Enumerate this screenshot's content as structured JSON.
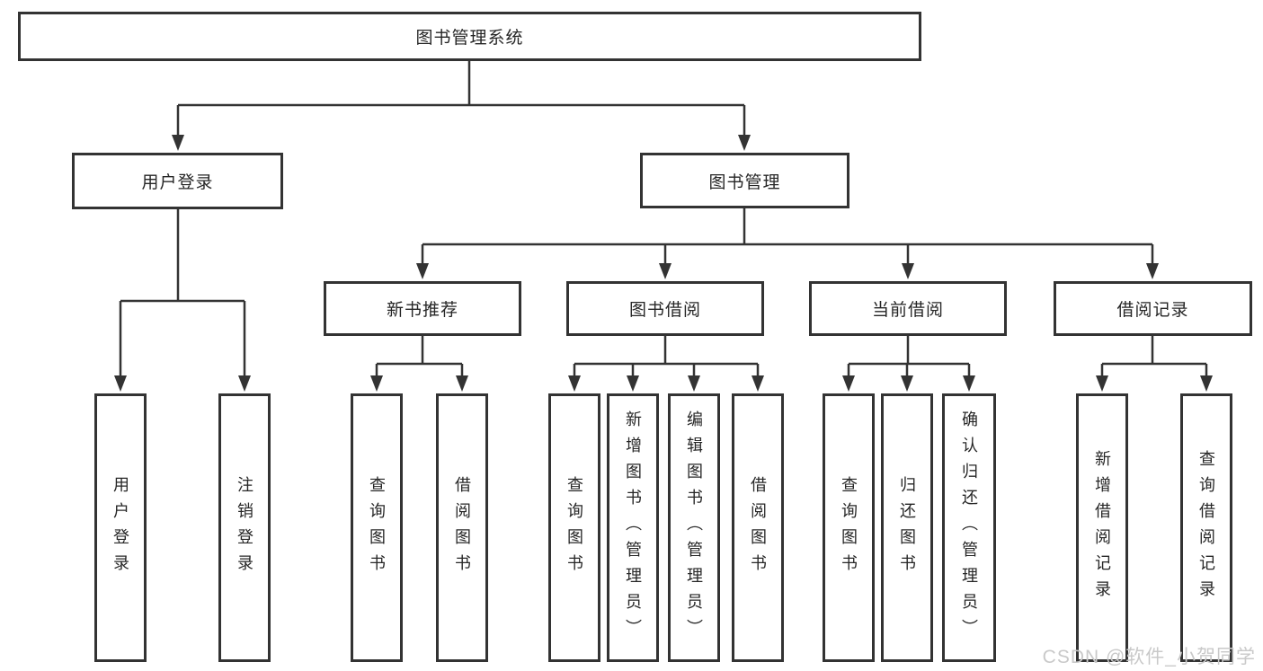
{
  "diagram": {
    "root": {
      "label": "图书管理系统"
    },
    "level2": [
      {
        "label": "用户登录",
        "leaves": [
          {
            "label": "用户登录"
          },
          {
            "label": "注销登录"
          }
        ]
      },
      {
        "label": "图书管理",
        "groups": [
          {
            "label": "新书推荐",
            "leaves": [
              {
                "label": "查询图书"
              },
              {
                "label": "借阅图书"
              }
            ]
          },
          {
            "label": "图书借阅",
            "leaves": [
              {
                "label": "查询图书"
              },
              {
                "label": "新增图书（管理员）"
              },
              {
                "label": "编辑图书（管理员）"
              },
              {
                "label": "借阅图书"
              }
            ]
          },
          {
            "label": "当前借阅",
            "leaves": [
              {
                "label": "查询图书"
              },
              {
                "label": "归还图书"
              },
              {
                "label": "确认归还（管理员）"
              }
            ]
          },
          {
            "label": "借阅记录",
            "leaves": [
              {
                "label": "新增借阅记录"
              },
              {
                "label": "查询借阅记录"
              }
            ]
          }
        ]
      }
    ]
  },
  "watermark": {
    "text": "CSDN @软件_小贺同学"
  },
  "colors": {
    "line": "#333333",
    "box_border": "#333333",
    "text": "#262626",
    "background": "#ffffff",
    "watermark": "#c9c9c9"
  }
}
